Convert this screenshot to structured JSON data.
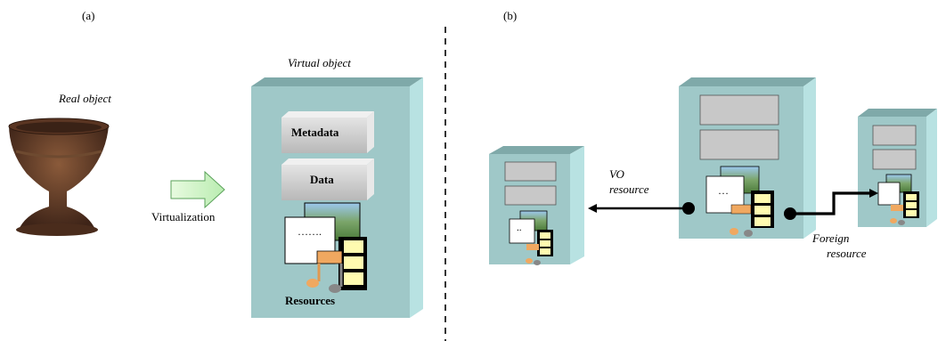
{
  "panel_a": {
    "caption": "(a)",
    "real_object_label": "Real object",
    "virtual_object_label": "Virtual object",
    "arrow_label": "Virtualization",
    "box": {
      "metadata_label": "Metadata",
      "data_label": "Data",
      "resources_label": "Resources",
      "doc_text": "……."
    }
  },
  "panel_b": {
    "caption": "(b)",
    "vo_resource_line1": "VO",
    "vo_resource_line2": "resource",
    "foreign_resource_line1": "Foreign",
    "foreign_resource_line2": "resource",
    "mid_doc_text": "…",
    "left_doc_text": "..",
    "right_doc_text": ""
  },
  "colors": {
    "box_front": "#9fc8c8",
    "box_top": "#7fa9a9",
    "box_side": "#b8e2e2",
    "slot": "#c8c8c8",
    "arrow_fill": "#d4f5c8",
    "arrow_stroke": "#5aa25a",
    "film": "#fffbb0"
  }
}
